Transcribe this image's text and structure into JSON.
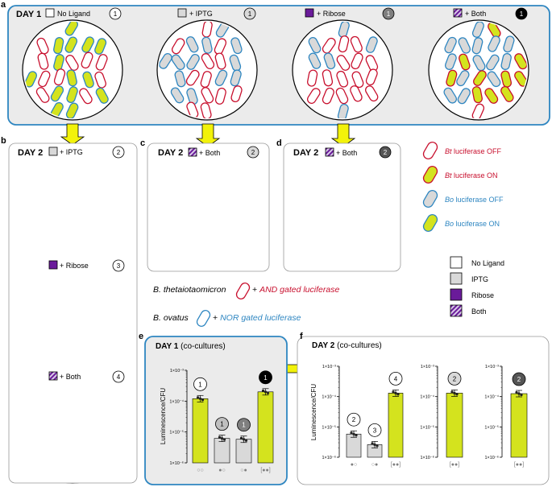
{
  "panels": {
    "a": "a",
    "b": "b",
    "c": "c",
    "d": "d",
    "e": "e",
    "f": "f"
  },
  "day1": {
    "title": "DAY 1",
    "conditions": [
      {
        "label": "No Ligand",
        "num": "1"
      },
      {
        "label": "+ IPTG",
        "num": "1"
      },
      {
        "label": "+ Ribose",
        "num": "1"
      },
      {
        "label": "+ Both",
        "num": "1"
      }
    ]
  },
  "day2_b": {
    "title": "DAY 2",
    "sub": [
      {
        "label": "+ IPTG",
        "num": "2"
      },
      {
        "label": "+ Ribose",
        "num": "3"
      },
      {
        "label": "+ Both",
        "num": "4"
      }
    ]
  },
  "day2_c": {
    "title": "DAY 2",
    "label": "+ Both",
    "num": "2"
  },
  "day2_d": {
    "title": "DAY 2",
    "label": "+ Both",
    "num": "2"
  },
  "legend_cells": [
    {
      "species": "Bt",
      "text": " luciferase OFF"
    },
    {
      "species": "Bt",
      "text": " luciferase ON"
    },
    {
      "species": "Bo",
      "text": " luciferase OFF"
    },
    {
      "species": "Bo",
      "text": " luciferase ON"
    }
  ],
  "legend_ligands": [
    "No Ligand",
    "IPTG",
    "Ribose",
    "Both"
  ],
  "species_lines": [
    {
      "species": "B. thetaiotaomicron",
      "plus": "+",
      "construct": "AND gated luciferase"
    },
    {
      "species": "B. ovatus",
      "plus": "+",
      "construct": "NOR gated luciferase"
    }
  ],
  "colors": {
    "bt_red": "#c8102e",
    "bo_blue": "#2e86c1",
    "yellow": "#d4e31e",
    "gray_fill": "#d9d9d9",
    "purple": "#6a1b9a",
    "panel_a_bg": "#ebebeb",
    "panel_a_border": "#2e86c1",
    "arrow": "#f2f20a"
  },
  "panel_e": {
    "title_bold": "DAY 1",
    "title_rest": " (co-cultures)",
    "ylabel": "Luminescence/CFU",
    "yticks": [
      "1×10⁻³",
      "1×10⁻⁴",
      "1×10⁻⁵",
      "1×10⁻⁶"
    ],
    "xlabels": [
      "○○",
      "●○",
      "○●",
      "[●●]"
    ],
    "nums": [
      "1",
      "1",
      "1",
      "1"
    ]
  },
  "panel_f": {
    "title_bold": "DAY 2",
    "title_rest": " (co-cultures)",
    "ylabel": "Luminescence/CFU",
    "yticks": [
      "1×10⁻³",
      "1×10⁻⁴",
      "1×10⁻⁵",
      "1×10⁻⁶"
    ],
    "xlabels_main": [
      "●○",
      "○●",
      "[●●]"
    ],
    "nums_main": [
      "2",
      "3",
      "4"
    ],
    "small1": {
      "num": "2",
      "xlabel": "[●●]"
    },
    "small2": {
      "num": "2",
      "xlabel": "[●●]"
    }
  },
  "chart_data": [
    {
      "type": "bar",
      "title": "DAY 1 (co-cultures)",
      "ylabel": "Luminescence/CFU",
      "yscale": "log",
      "ylim": [
        1e-06,
        0.001
      ],
      "categories": [
        "○○",
        "●○",
        "○●",
        "[●●]"
      ],
      "values": [
        0.00012,
        6.2e-06,
        5.8e-06,
        0.0002
      ],
      "bar_colors": [
        "#d4e31e",
        "#d9d9d9",
        "#d9d9d9",
        "#d4e31e"
      ]
    },
    {
      "type": "bar",
      "title": "DAY 2 (co-cultures)",
      "ylabel": "Luminescence/CFU",
      "yscale": "log",
      "ylim": [
        1e-06,
        0.001
      ],
      "categories": [
        "●○",
        "○●",
        "[●●]"
      ],
      "values": [
        5.8e-06,
        2.6e-06,
        0.00013
      ],
      "bar_colors": [
        "#d9d9d9",
        "#d9d9d9",
        "#d4e31e"
      ]
    },
    {
      "type": "bar",
      "yscale": "log",
      "ylim": [
        1e-06,
        0.001
      ],
      "categories": [
        "[●●]"
      ],
      "values": [
        0.00013
      ],
      "bar_colors": [
        "#d4e31e"
      ]
    },
    {
      "type": "bar",
      "yscale": "log",
      "ylim": [
        1e-06,
        0.001
      ],
      "categories": [
        "[●●]"
      ],
      "values": [
        0.000125
      ],
      "bar_colors": [
        "#d4e31e"
      ]
    }
  ]
}
